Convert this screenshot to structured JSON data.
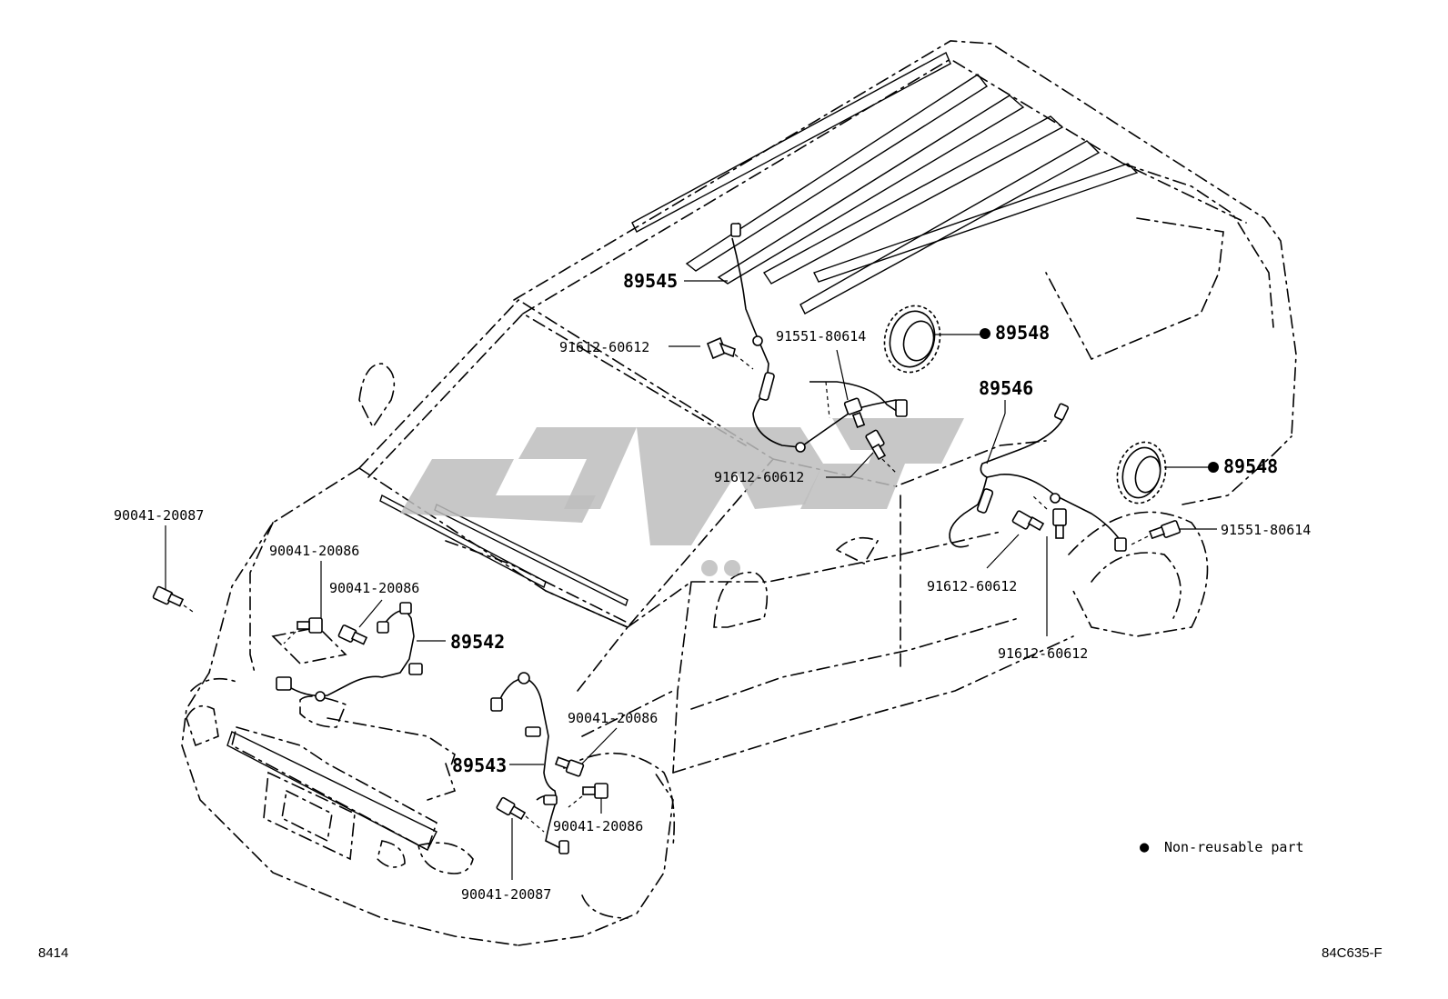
{
  "labels": {
    "p89545": "89545",
    "p91612_a": "91612-60612",
    "p91551_a": "91551-80614",
    "p89548_a": "89548",
    "p89546": "89546",
    "p89548_b": "89548",
    "p91612_b": "91612-60612",
    "p91551_b": "91551-80614",
    "p91612_c": "91612-60612",
    "p91612_d": "91612-60612",
    "p90041_87_a": "90041-20087",
    "p90041_86_a": "90041-20086",
    "p90041_86_b": "90041-20086",
    "p89542": "89542",
    "p90041_86_c": "90041-20086",
    "p89543": "89543",
    "p90041_86_d": "90041-20086",
    "p90041_87_b": "90041-20087"
  },
  "legend": {
    "symbol": "●",
    "text": "Non-reusable part"
  },
  "footer": {
    "left": "8414",
    "right": "84C635-F"
  },
  "colors": {
    "line": "#000000",
    "watermark": "#bdbdbd"
  }
}
